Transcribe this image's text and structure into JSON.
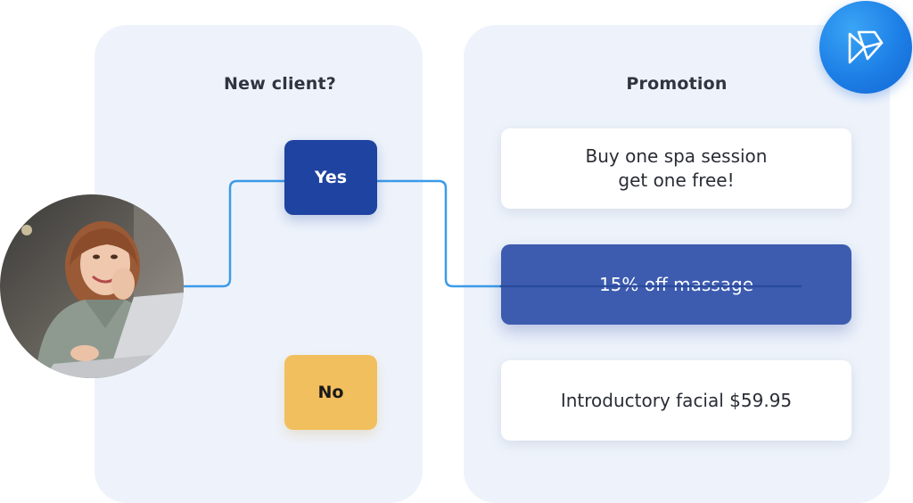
{
  "decision": {
    "title": "New client?",
    "yes_label": "Yes",
    "no_label": "No"
  },
  "promotion": {
    "title": "Promotion",
    "items": [
      {
        "label": "Buy one spa session\nget one free!"
      },
      {
        "label": "15% off massage"
      },
      {
        "label": "Introductory facial $59.95"
      }
    ]
  },
  "colors": {
    "panel_bg": "#eef3fb",
    "yes_bg": "#1e43a0",
    "no_bg": "#f2bf5e",
    "highlight_bg": "#3d5cb0",
    "connector": "#3b9be8",
    "brand": "#1d7fe6"
  },
  "icons": {
    "brand": "brand-logo-icon",
    "avatar": "client-photo"
  }
}
